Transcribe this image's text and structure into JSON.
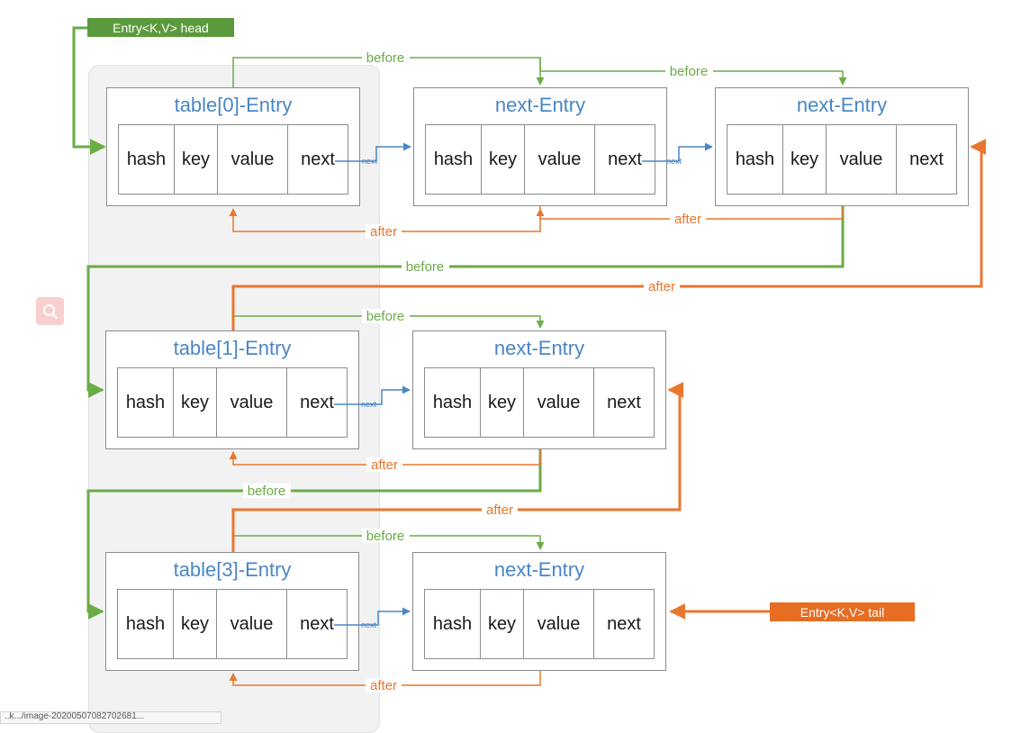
{
  "head_label": "Entry<K,V> head",
  "tail_label": "Entry<K,V> tail",
  "status_url": "..k.../image-20200507082702681...",
  "colors": {
    "before": "#6aac46",
    "after": "#e8772e",
    "next": "#4a86c5",
    "title": "#4a86c5",
    "border": "#8c8c8c"
  },
  "fields": [
    "hash",
    "key",
    "value",
    "next"
  ],
  "rows": [
    {
      "entries": [
        {
          "title": "table[0]-Entry"
        },
        {
          "title": "next-Entry"
        },
        {
          "title": "next-Entry"
        }
      ]
    },
    {
      "entries": [
        {
          "title": "table[1]-Entry"
        },
        {
          "title": "next-Entry"
        }
      ]
    },
    {
      "entries": [
        {
          "title": "table[3]-Entry"
        },
        {
          "title": "next-Entry"
        }
      ]
    }
  ],
  "link_labels": {
    "before": "before",
    "after": "after",
    "next": "next"
  }
}
